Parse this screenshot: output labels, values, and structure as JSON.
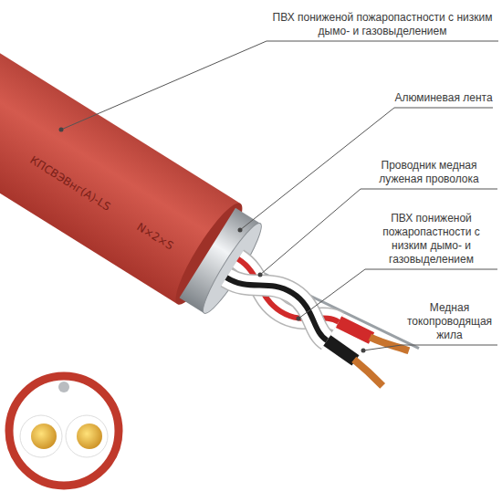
{
  "diagram": {
    "labels": [
      "ПВХ пониженой пожаропастности с низким дымо- и газовыделением",
      "Алюминевая лента",
      "Проводник медная луженая проволока",
      "ПВХ пониженой пожаропастности с низким дымо- и газовыделением",
      "Медная токопроводящая жила",
      "КПСВЭВнг(А)-LS",
      "N×2×S"
    ]
  }
}
